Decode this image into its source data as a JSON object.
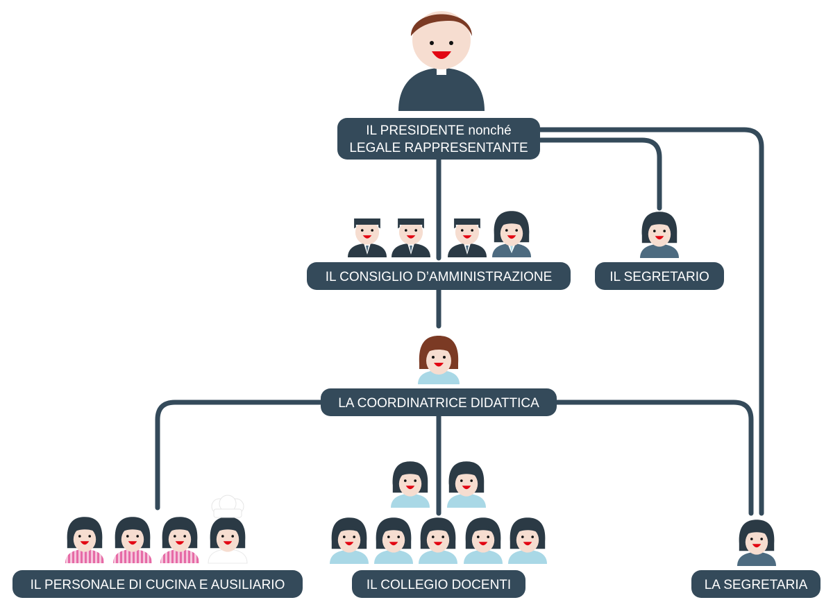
{
  "colors": {
    "navy": "#344a5a",
    "line": "#344a5a",
    "skin": "#f6ddd0",
    "mouth": "#e20613",
    "dark_hair": "#2b3a45",
    "brown_hair": "#7b3a24",
    "light_blue": "#a9d8e6",
    "steel_blue": "#4d6b80",
    "pink_stripe": "#e66aa6",
    "white": "#ffffff"
  },
  "nodes": {
    "presidente": {
      "line1": "IL PRESIDENTE nonché",
      "line2": "LEGALE RAPPRESENTANTE",
      "icon": "priest-icon"
    },
    "consiglio": {
      "label": "IL CONSIGLIO D’AMMINISTRAZIONE",
      "icons": [
        "man-suit-icon",
        "man-suit-icon",
        "man-suit-icon",
        "woman-suit-icon"
      ]
    },
    "segretario": {
      "label": "IL SEGRETARIO",
      "icon": "woman-icon"
    },
    "coordinatrice": {
      "label": "LA COORDINATRICE DIDATTICA",
      "icon": "brown-hair-woman-icon"
    },
    "personale": {
      "label": "IL PERSONALE DI CUCINA E AUSILIARIO",
      "icons": [
        "striped-apron-woman-icon",
        "striped-apron-woman-icon",
        "striped-apron-woman-icon",
        "chef-woman-icon"
      ]
    },
    "collegio": {
      "label": "IL COLLEGIO DOCENTI",
      "icons": [
        "teacher-icon",
        "teacher-icon",
        "teacher-icon",
        "teacher-icon",
        "teacher-icon",
        "teacher-icon",
        "teacher-icon"
      ]
    },
    "segretaria": {
      "label": "LA SEGRETARIA",
      "icon": "woman-icon"
    }
  }
}
